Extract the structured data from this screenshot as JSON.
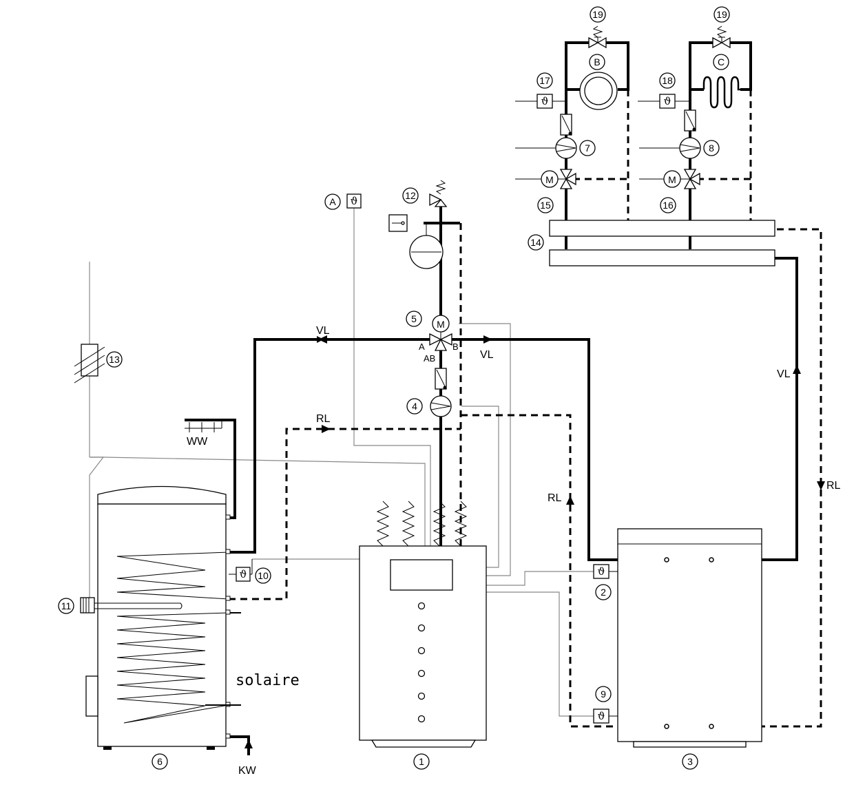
{
  "labels": {
    "vl": "VL",
    "rl": "RL",
    "ww": "WW",
    "kw": "KW",
    "solaire": "solaire",
    "port_a": "A",
    "port_b": "B",
    "port_ab": "AB",
    "motor": "M",
    "sensor_symbol": "ϑ"
  },
  "numbers": {
    "n1": "1",
    "n2": "2",
    "n3": "3",
    "n4": "4",
    "n5": "5",
    "n6": "6",
    "n7": "7",
    "n8": "8",
    "n9": "9",
    "n10": "10",
    "n11": "11",
    "n12": "12",
    "n13": "13",
    "n14": "14",
    "n15": "15",
    "n16": "16",
    "n17": "17",
    "n18": "18",
    "n19": "19"
  },
  "letters": {
    "a": "A",
    "b": "B",
    "c": "C"
  }
}
